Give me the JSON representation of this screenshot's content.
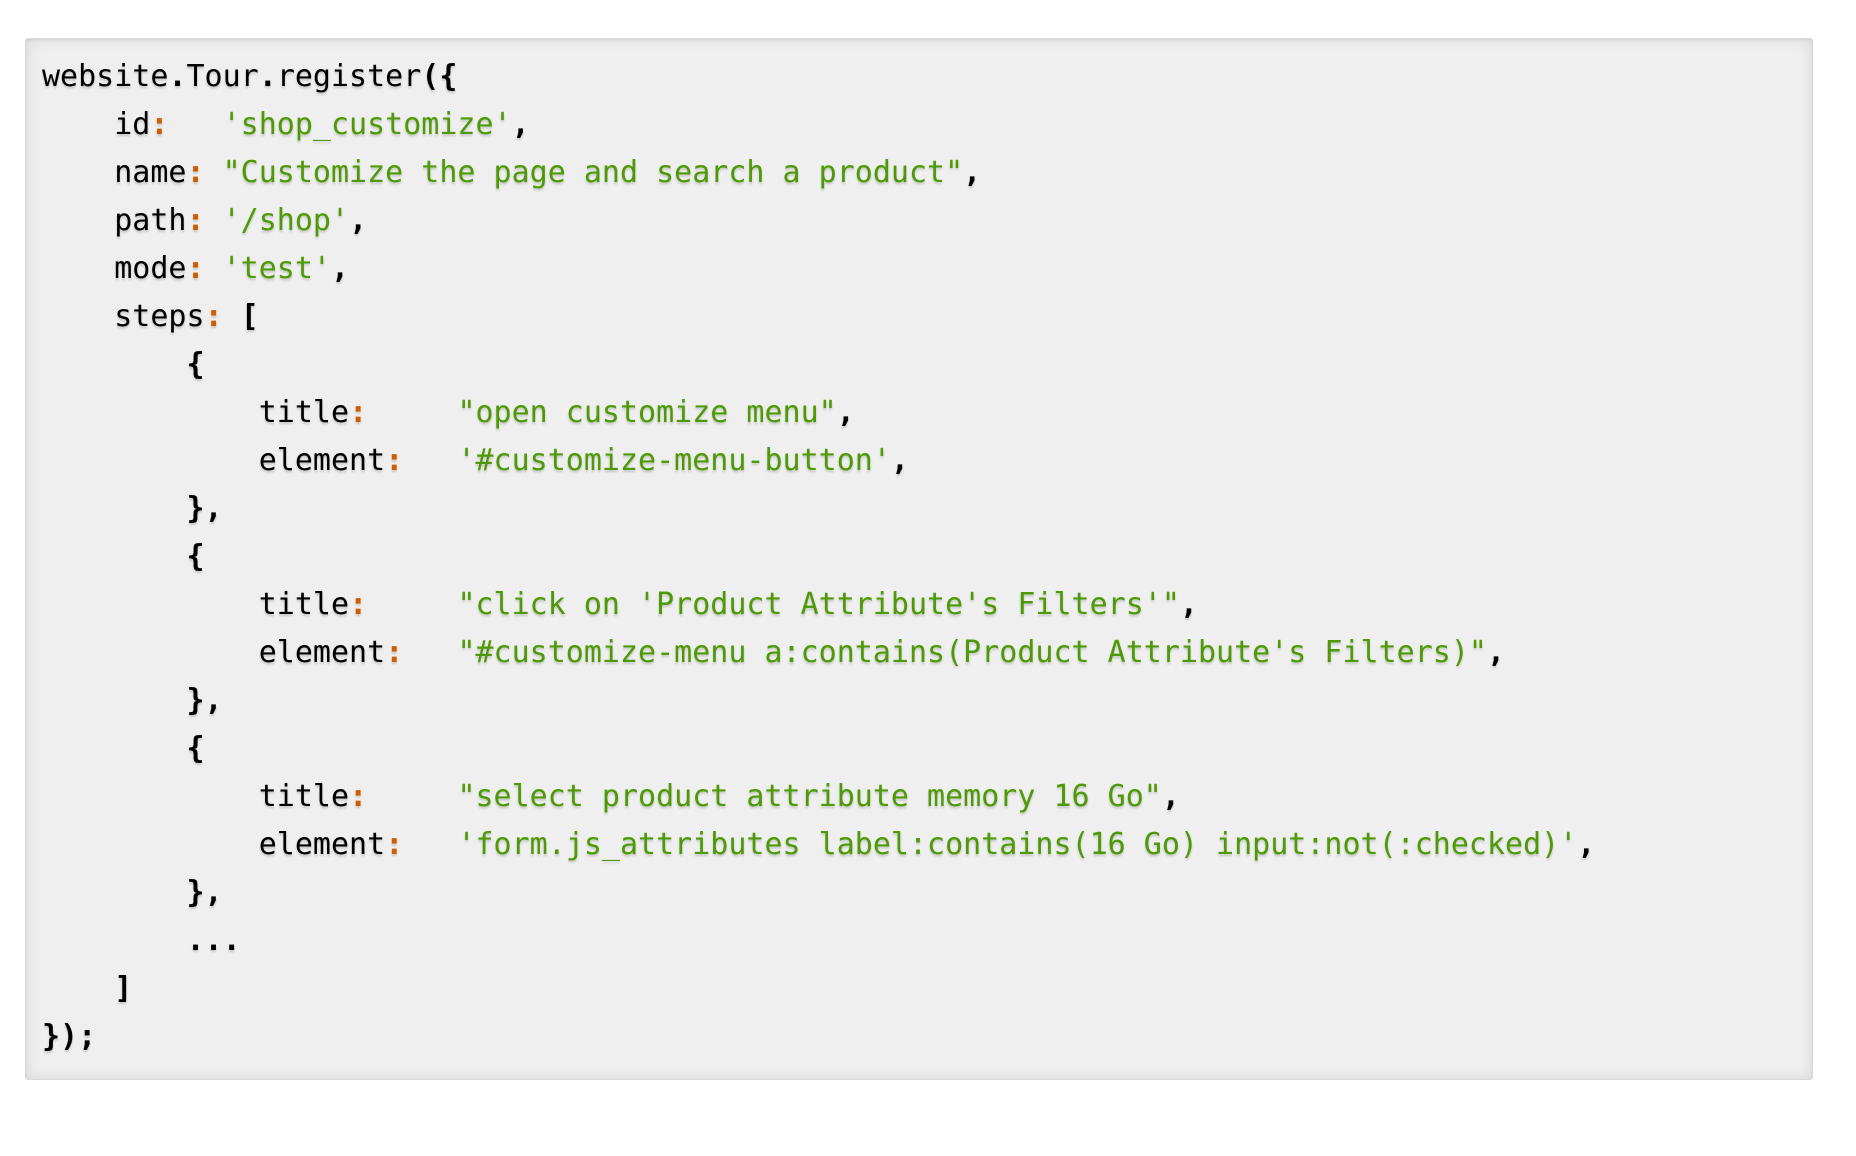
{
  "colors": {
    "page_background": "#ffffff",
    "block_background": "#efefef",
    "block_border": "#d8d8d8",
    "name_color": "#000000",
    "punctuation_color": "#000000",
    "operator_color": "#ce5c00",
    "string_color": "#4e9a06"
  },
  "code_block": {
    "lines": [
      [
        {
          "c": "n",
          "t": "website"
        },
        {
          "c": "p",
          "t": "."
        },
        {
          "c": "n",
          "t": "Tour"
        },
        {
          "c": "p",
          "t": "."
        },
        {
          "c": "n",
          "t": "register"
        },
        {
          "c": "p",
          "t": "({"
        }
      ],
      [
        {
          "c": "w",
          "t": "    "
        },
        {
          "c": "n",
          "t": "id"
        },
        {
          "c": "o",
          "t": ":"
        },
        {
          "c": "w",
          "t": "   "
        },
        {
          "c": "s",
          "t": "'shop_customize'"
        },
        {
          "c": "p",
          "t": ","
        }
      ],
      [
        {
          "c": "w",
          "t": "    "
        },
        {
          "c": "n",
          "t": "name"
        },
        {
          "c": "o",
          "t": ":"
        },
        {
          "c": "w",
          "t": " "
        },
        {
          "c": "s",
          "t": "\"Customize the page and search a product\""
        },
        {
          "c": "p",
          "t": ","
        }
      ],
      [
        {
          "c": "w",
          "t": "    "
        },
        {
          "c": "n",
          "t": "path"
        },
        {
          "c": "o",
          "t": ":"
        },
        {
          "c": "w",
          "t": " "
        },
        {
          "c": "s",
          "t": "'/shop'"
        },
        {
          "c": "p",
          "t": ","
        }
      ],
      [
        {
          "c": "w",
          "t": "    "
        },
        {
          "c": "n",
          "t": "mode"
        },
        {
          "c": "o",
          "t": ":"
        },
        {
          "c": "w",
          "t": " "
        },
        {
          "c": "s",
          "t": "'test'"
        },
        {
          "c": "p",
          "t": ","
        }
      ],
      [
        {
          "c": "w",
          "t": "    "
        },
        {
          "c": "n",
          "t": "steps"
        },
        {
          "c": "o",
          "t": ":"
        },
        {
          "c": "w",
          "t": " "
        },
        {
          "c": "p",
          "t": "["
        }
      ],
      [
        {
          "c": "w",
          "t": "        "
        },
        {
          "c": "p",
          "t": "{"
        }
      ],
      [
        {
          "c": "w",
          "t": "            "
        },
        {
          "c": "n",
          "t": "title"
        },
        {
          "c": "o",
          "t": ":"
        },
        {
          "c": "w",
          "t": "     "
        },
        {
          "c": "s",
          "t": "\"open customize menu\""
        },
        {
          "c": "p",
          "t": ","
        }
      ],
      [
        {
          "c": "w",
          "t": "            "
        },
        {
          "c": "n",
          "t": "element"
        },
        {
          "c": "o",
          "t": ":"
        },
        {
          "c": "w",
          "t": "   "
        },
        {
          "c": "s",
          "t": "'#customize-menu-button'"
        },
        {
          "c": "p",
          "t": ","
        }
      ],
      [
        {
          "c": "w",
          "t": "        "
        },
        {
          "c": "p",
          "t": "},"
        }
      ],
      [
        {
          "c": "w",
          "t": "        "
        },
        {
          "c": "p",
          "t": "{"
        }
      ],
      [
        {
          "c": "w",
          "t": "            "
        },
        {
          "c": "n",
          "t": "title"
        },
        {
          "c": "o",
          "t": ":"
        },
        {
          "c": "w",
          "t": "     "
        },
        {
          "c": "s",
          "t": "\"click on 'Product Attribute's Filters'\""
        },
        {
          "c": "p",
          "t": ","
        }
      ],
      [
        {
          "c": "w",
          "t": "            "
        },
        {
          "c": "n",
          "t": "element"
        },
        {
          "c": "o",
          "t": ":"
        },
        {
          "c": "w",
          "t": "   "
        },
        {
          "c": "s",
          "t": "\"#customize-menu a:contains(Product Attribute's Filters)\""
        },
        {
          "c": "p",
          "t": ","
        }
      ],
      [
        {
          "c": "w",
          "t": "        "
        },
        {
          "c": "p",
          "t": "},"
        }
      ],
      [
        {
          "c": "w",
          "t": "        "
        },
        {
          "c": "p",
          "t": "{"
        }
      ],
      [
        {
          "c": "w",
          "t": "            "
        },
        {
          "c": "n",
          "t": "title"
        },
        {
          "c": "o",
          "t": ":"
        },
        {
          "c": "w",
          "t": "     "
        },
        {
          "c": "s",
          "t": "\"select product attribute memory 16 Go\""
        },
        {
          "c": "p",
          "t": ","
        }
      ],
      [
        {
          "c": "w",
          "t": "            "
        },
        {
          "c": "n",
          "t": "element"
        },
        {
          "c": "o",
          "t": ":"
        },
        {
          "c": "w",
          "t": "   "
        },
        {
          "c": "s",
          "t": "'form.js_attributes label:contains(16 Go) input:not(:checked)'"
        },
        {
          "c": "p",
          "t": ","
        }
      ],
      [
        {
          "c": "w",
          "t": "        "
        },
        {
          "c": "p",
          "t": "},"
        }
      ],
      [
        {
          "c": "w",
          "t": "        "
        },
        {
          "c": "p",
          "t": "..."
        }
      ],
      [
        {
          "c": "w",
          "t": "    "
        },
        {
          "c": "p",
          "t": "]"
        }
      ],
      [
        {
          "c": "p",
          "t": "});"
        }
      ]
    ]
  }
}
